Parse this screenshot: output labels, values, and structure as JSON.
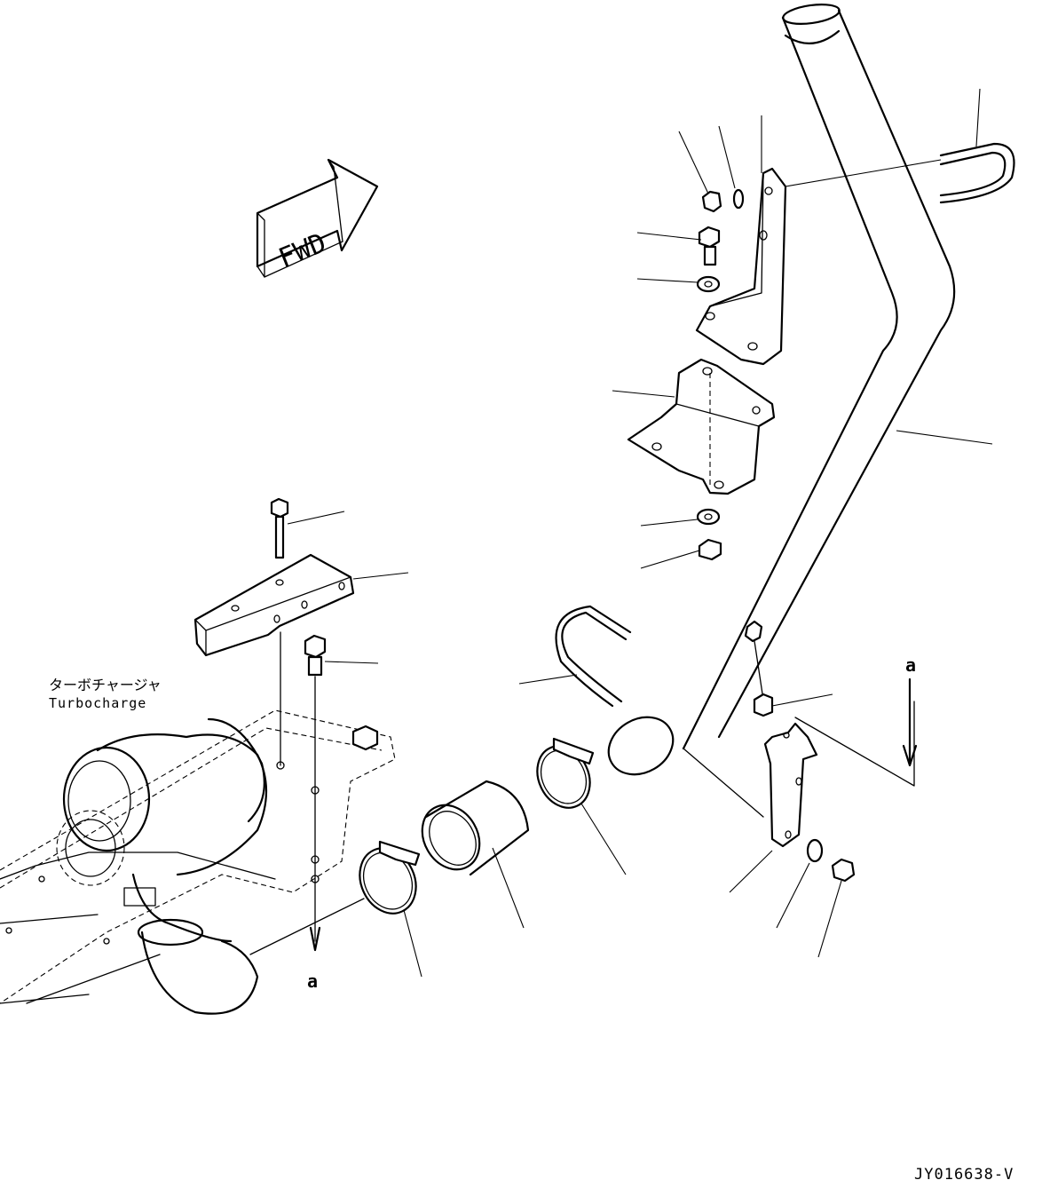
{
  "labels": {
    "turbo_jp": "ターボチャージャ",
    "turbo_en": "Turbocharge",
    "fwd": "FWD",
    "view_a_top": "a",
    "view_a_bottom": "a",
    "drawing_id": "JY016638-V"
  }
}
